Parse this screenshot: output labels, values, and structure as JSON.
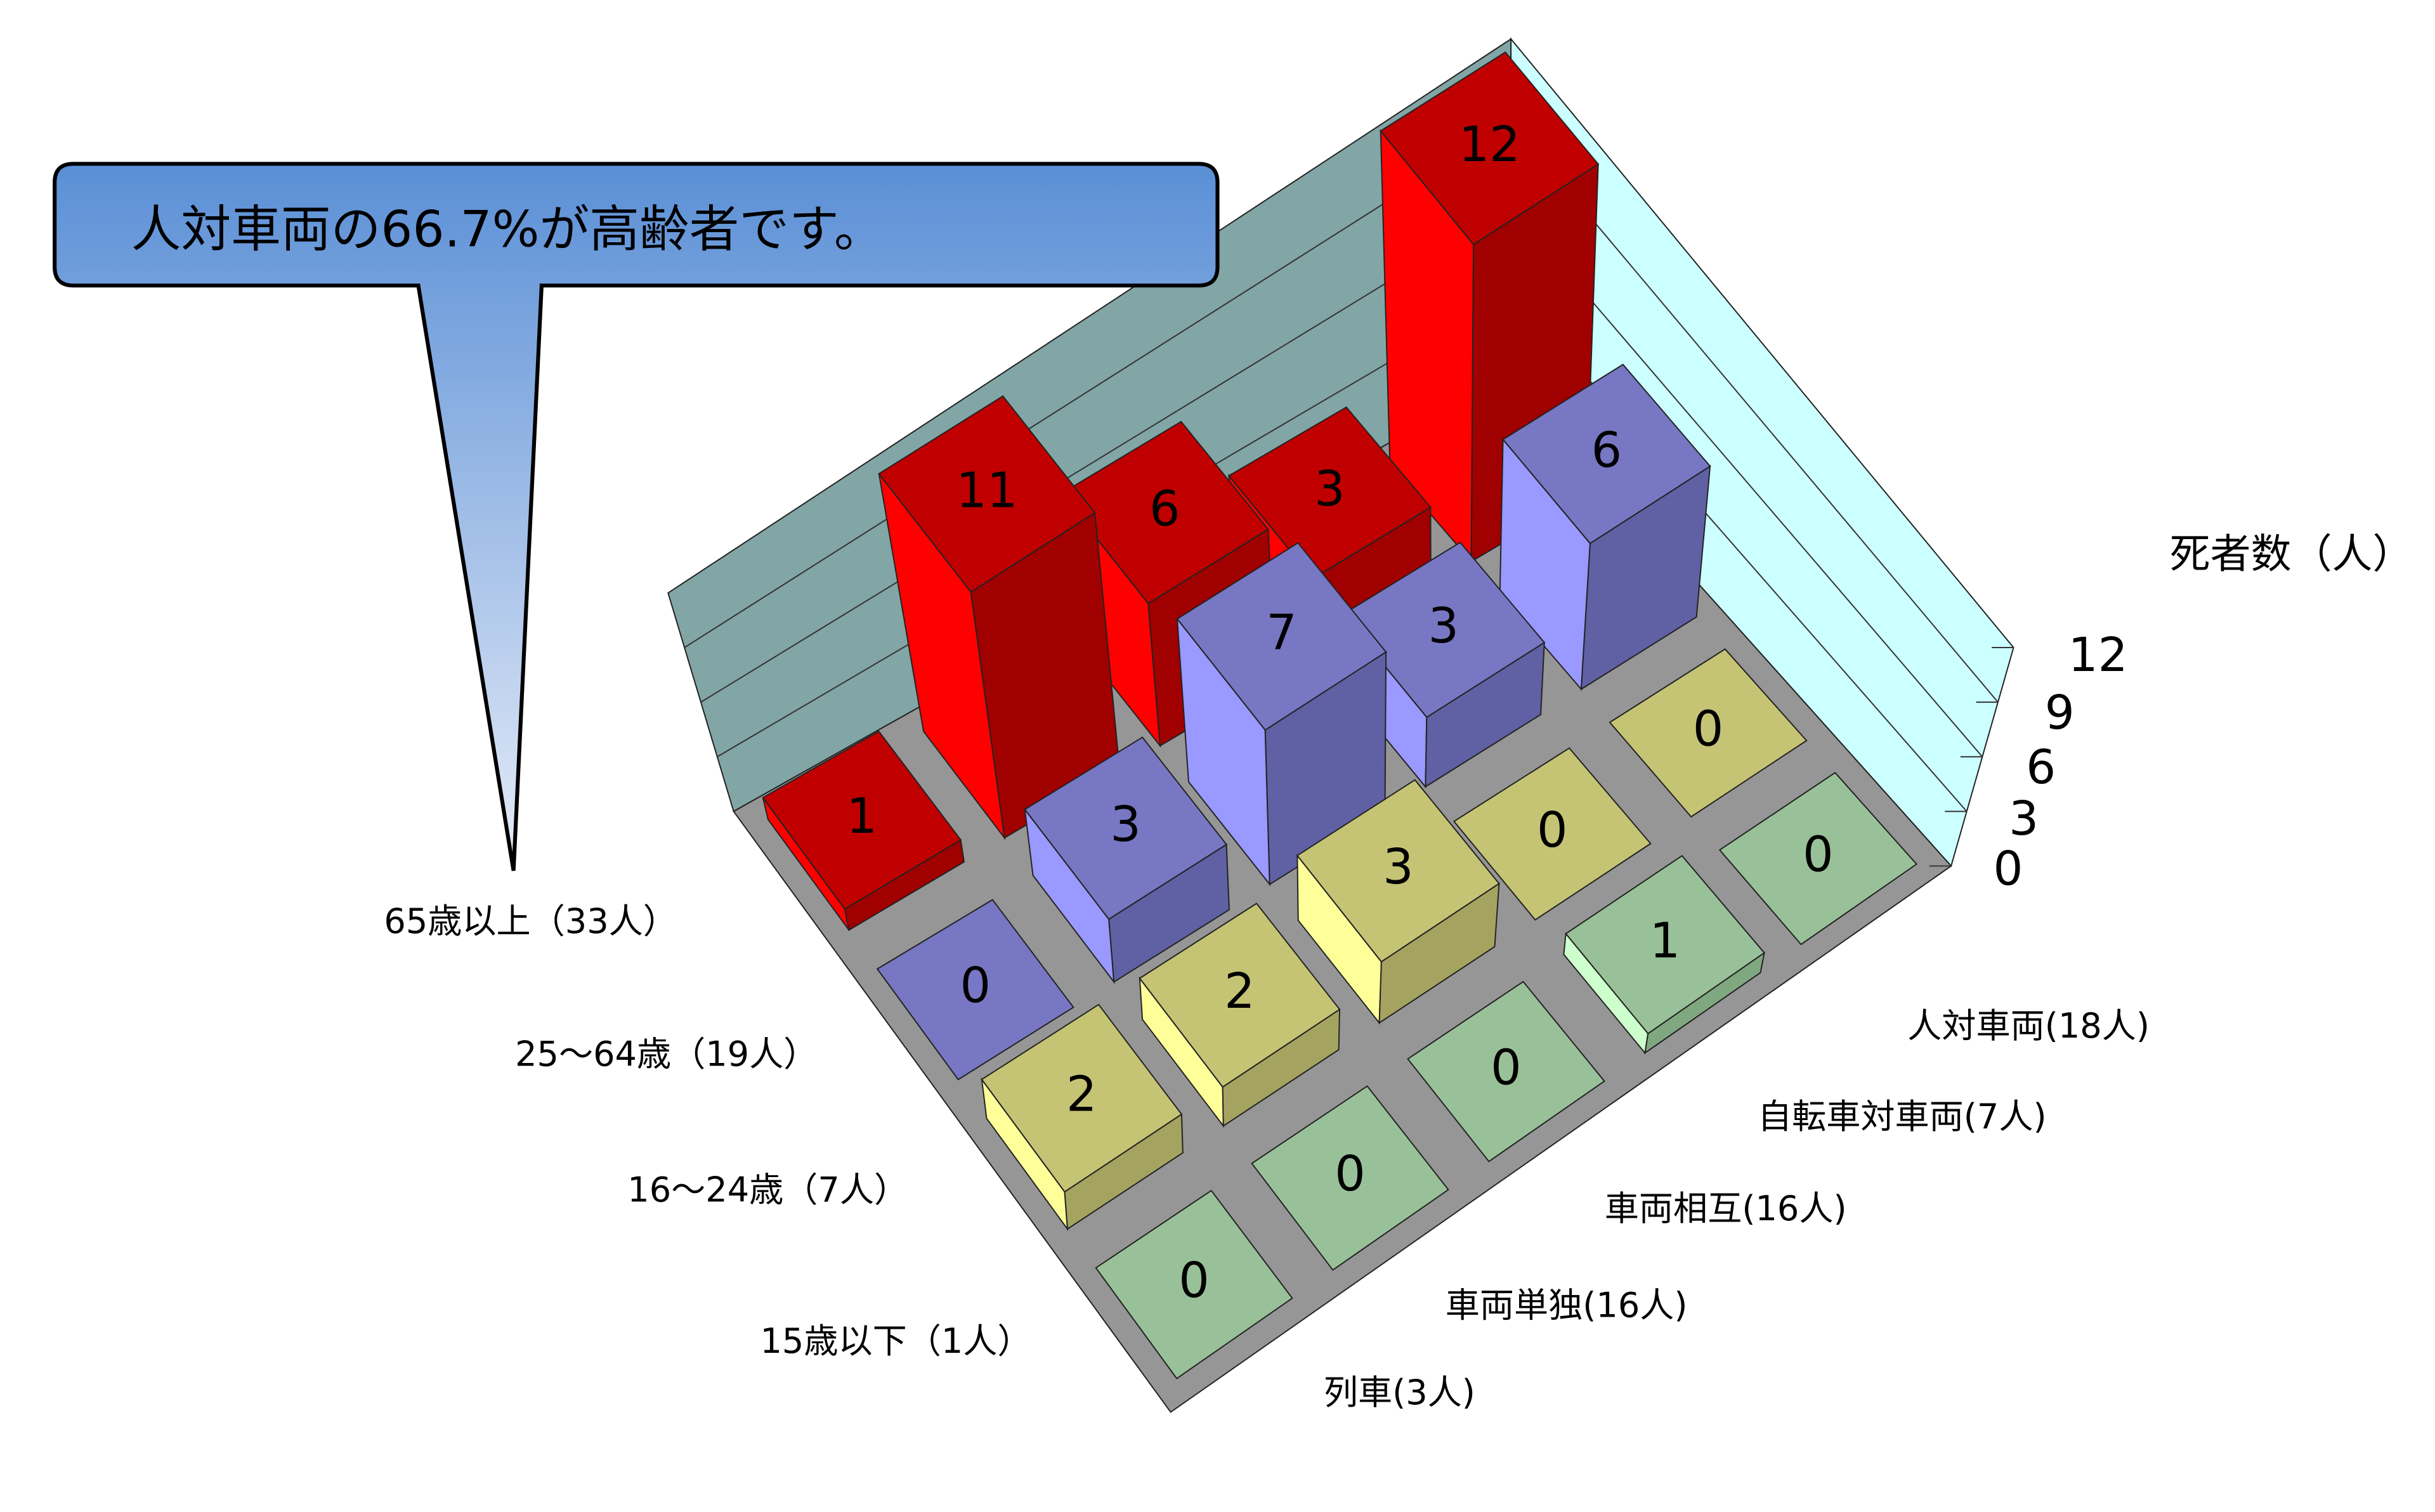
{
  "callout": {
    "text": "人対車両の66.7%が高齢者です。"
  },
  "chart_data": {
    "type": "bar",
    "subtype": "3d-grid-bar",
    "zlabel": "死者数（人）",
    "zlim": [
      0,
      12
    ],
    "zticks": [
      "0",
      "3",
      "6",
      "9",
      "12"
    ],
    "rows": [
      "65歳以上（33人）",
      "25～64歳（19人）",
      "16～24歳（7人）",
      "15歳以下（1人）"
    ],
    "categories": [
      "列車(3人)",
      "車両単独(16人)",
      "車両相互(16人)",
      "自転車対車両(7人)",
      "人対車両(18人)"
    ],
    "series": [
      {
        "name": "65歳以上",
        "values": [
          1,
          11,
          6,
          3,
          12
        ]
      },
      {
        "name": "25～64歳",
        "values": [
          0,
          3,
          7,
          3,
          6
        ]
      },
      {
        "name": "16～24歳",
        "values": [
          2,
          2,
          3,
          0,
          0
        ]
      },
      {
        "name": "15歳以下",
        "values": [
          0,
          0,
          0,
          1,
          0
        ]
      }
    ],
    "colors": [
      {
        "top": "#c00000",
        "left": "#ff0000",
        "right": "#a00000"
      },
      {
        "top": "#7777c4",
        "left": "#9999ff",
        "right": "#6060a4"
      },
      {
        "top": "#c4c474",
        "left": "#ffff99",
        "right": "#a4a460"
      },
      {
        "top": "#99c199",
        "left": "#ccffcc",
        "right": "#80a880"
      }
    ],
    "wall_colors": {
      "left": "#82a5a5",
      "right": "#ccffff",
      "floor": "#969696"
    }
  }
}
